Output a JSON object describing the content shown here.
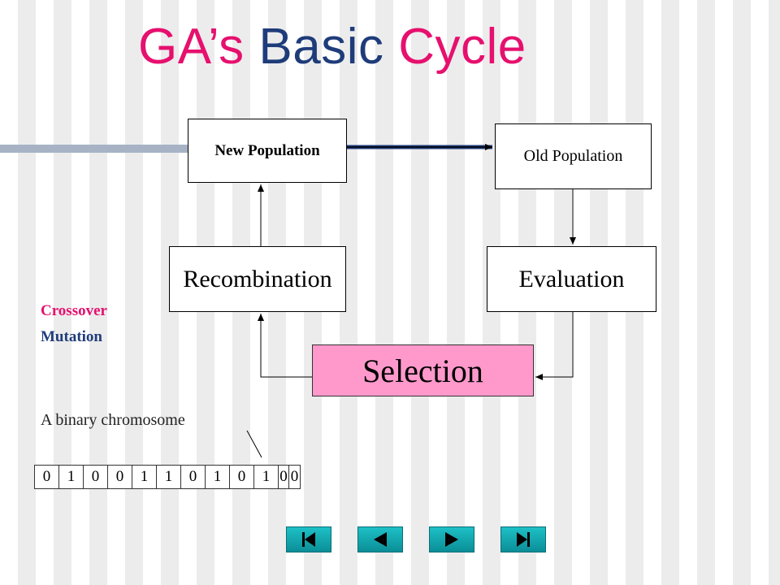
{
  "title": {
    "part1": "GA’s ",
    "part2": "Basic ",
    "part3": "Cycle"
  },
  "boxes": {
    "new_population": "New Population",
    "old_population": "Old Population",
    "recombination": "Recombination",
    "evaluation": "Evaluation",
    "selection": "Selection"
  },
  "recombination_ops": [
    "Crossover",
    "Mutation"
  ],
  "chromosome": {
    "label": "A binary chromosome",
    "bits": [
      "0",
      "1",
      "0",
      "0",
      "1",
      "1",
      "0",
      "1",
      "0",
      "1",
      "0",
      "0"
    ]
  },
  "navigation": [
    "first-icon",
    "previous-icon",
    "next-icon",
    "last-icon"
  ],
  "colors": {
    "accent": "#e6106e",
    "title_blue": "#1f3c7a",
    "selection_fill": "#ff99cc",
    "nav_teal": "#1ec0c6"
  }
}
